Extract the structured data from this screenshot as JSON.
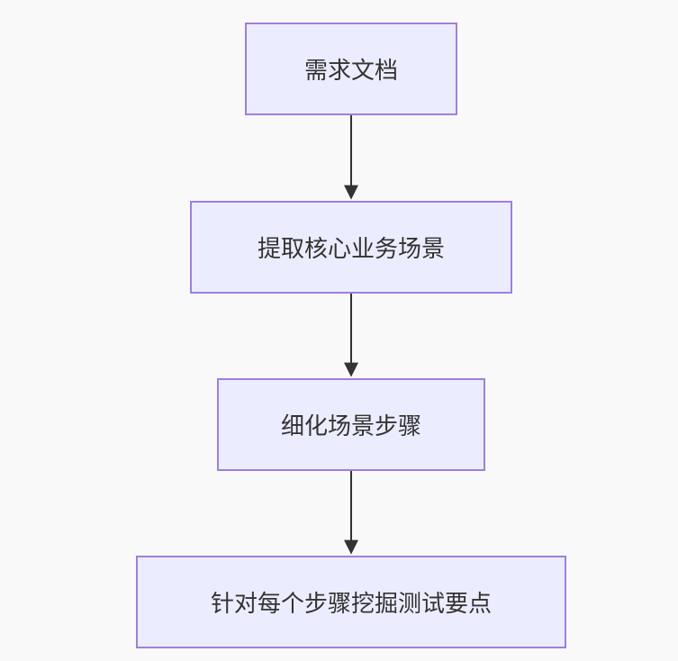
{
  "diagram": {
    "nodes": [
      {
        "id": "n1",
        "label": "需求文档"
      },
      {
        "id": "n2",
        "label": "提取核心业务场景"
      },
      {
        "id": "n3",
        "label": "细化场景步骤"
      },
      {
        "id": "n4",
        "label": "针对每个步骤挖掘测试要点"
      }
    ],
    "edges": [
      {
        "from": "n1",
        "to": "n2"
      },
      {
        "from": "n2",
        "to": "n3"
      },
      {
        "from": "n3",
        "to": "n4"
      }
    ]
  },
  "colors": {
    "background": "#f9f9fa",
    "node_fill": "#ececff",
    "node_border": "#9f7fdb",
    "text": "#333333",
    "edge": "#333333"
  }
}
